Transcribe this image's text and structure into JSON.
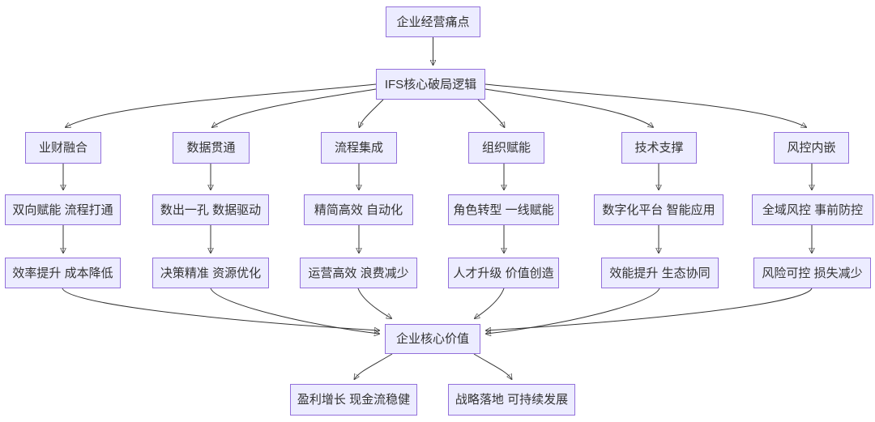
{
  "diagram": {
    "type": "flowchart-top-down",
    "colors": {
      "node_fill": "#ECECFF",
      "node_border": "#9370DB",
      "node_text": "#333333",
      "edge": "#333333",
      "background": "#ffffff"
    },
    "nodes": {
      "pain": "企业经营痛点",
      "ifs": "IFS核心破局逻辑",
      "pillar_1": "业财融合",
      "pillar_2": "数据贯通",
      "pillar_3": "流程集成",
      "pillar_4": "组织赋能",
      "pillar_5": "技术支撑",
      "pillar_6": "风控内嵌",
      "mechanism_1": "双向赋能 流程打通",
      "mechanism_2": "数出一孔 数据驱动",
      "mechanism_3": "精简高效 自动化",
      "mechanism_4": "角色转型 一线赋能",
      "mechanism_5": "数字化平台 智能应用",
      "mechanism_6": "全域风控 事前防控",
      "outcome_1": "效率提升 成本降低",
      "outcome_2": "决策精准 资源优化",
      "outcome_3": "运营高效 浪费减少",
      "outcome_4": "人才升级 价值创造",
      "outcome_5": "效能提升 生态协同",
      "outcome_6": "风险可控 损失减少",
      "core": "企业核心价值",
      "final_1": "盈利增长 现金流稳健",
      "final_2": "战略落地 可持续发展"
    },
    "edges": [
      "pain->ifs",
      "ifs->pillar_1",
      "ifs->pillar_2",
      "ifs->pillar_3",
      "ifs->pillar_4",
      "ifs->pillar_5",
      "ifs->pillar_6",
      "pillar_1->mechanism_1",
      "pillar_2->mechanism_2",
      "pillar_3->mechanism_3",
      "pillar_4->mechanism_4",
      "pillar_5->mechanism_5",
      "pillar_6->mechanism_6",
      "mechanism_1->outcome_1",
      "mechanism_2->outcome_2",
      "mechanism_3->outcome_3",
      "mechanism_4->outcome_4",
      "mechanism_5->outcome_5",
      "mechanism_6->outcome_6",
      "outcome_1->core",
      "outcome_2->core",
      "outcome_3->core",
      "outcome_4->core",
      "outcome_5->core",
      "outcome_6->core",
      "core->final_1",
      "core->final_2"
    ]
  }
}
